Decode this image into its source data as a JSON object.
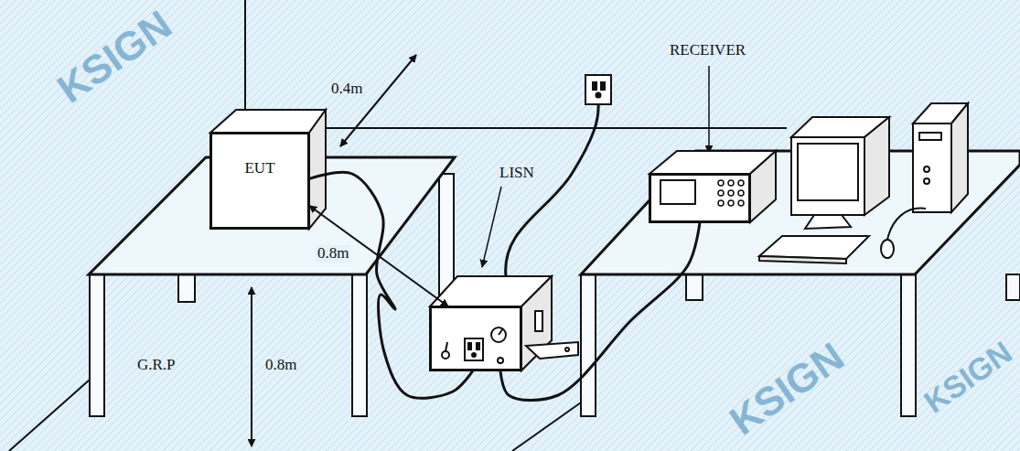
{
  "diagram": {
    "nodes": [
      {
        "text": [
          "EUT"
        ]
      },
      {
        "text": [
          "LISN"
        ]
      },
      {
        "text": [
          "RECEIVER"
        ]
      }
    ],
    "edges": [
      {
        "from": 0,
        "to": 1,
        "arrow": "none"
      },
      {
        "from": 0,
        "to": 1,
        "arrow": "both",
        "label": "0.8m"
      },
      {
        "from": 1,
        "to": 2,
        "arrow": "none"
      }
    ],
    "labels": [
      "0.4m",
      "G.R.P",
      "0.8m",
      "KSIGN",
      "KSIGN",
      "KSIGN"
    ]
  }
}
